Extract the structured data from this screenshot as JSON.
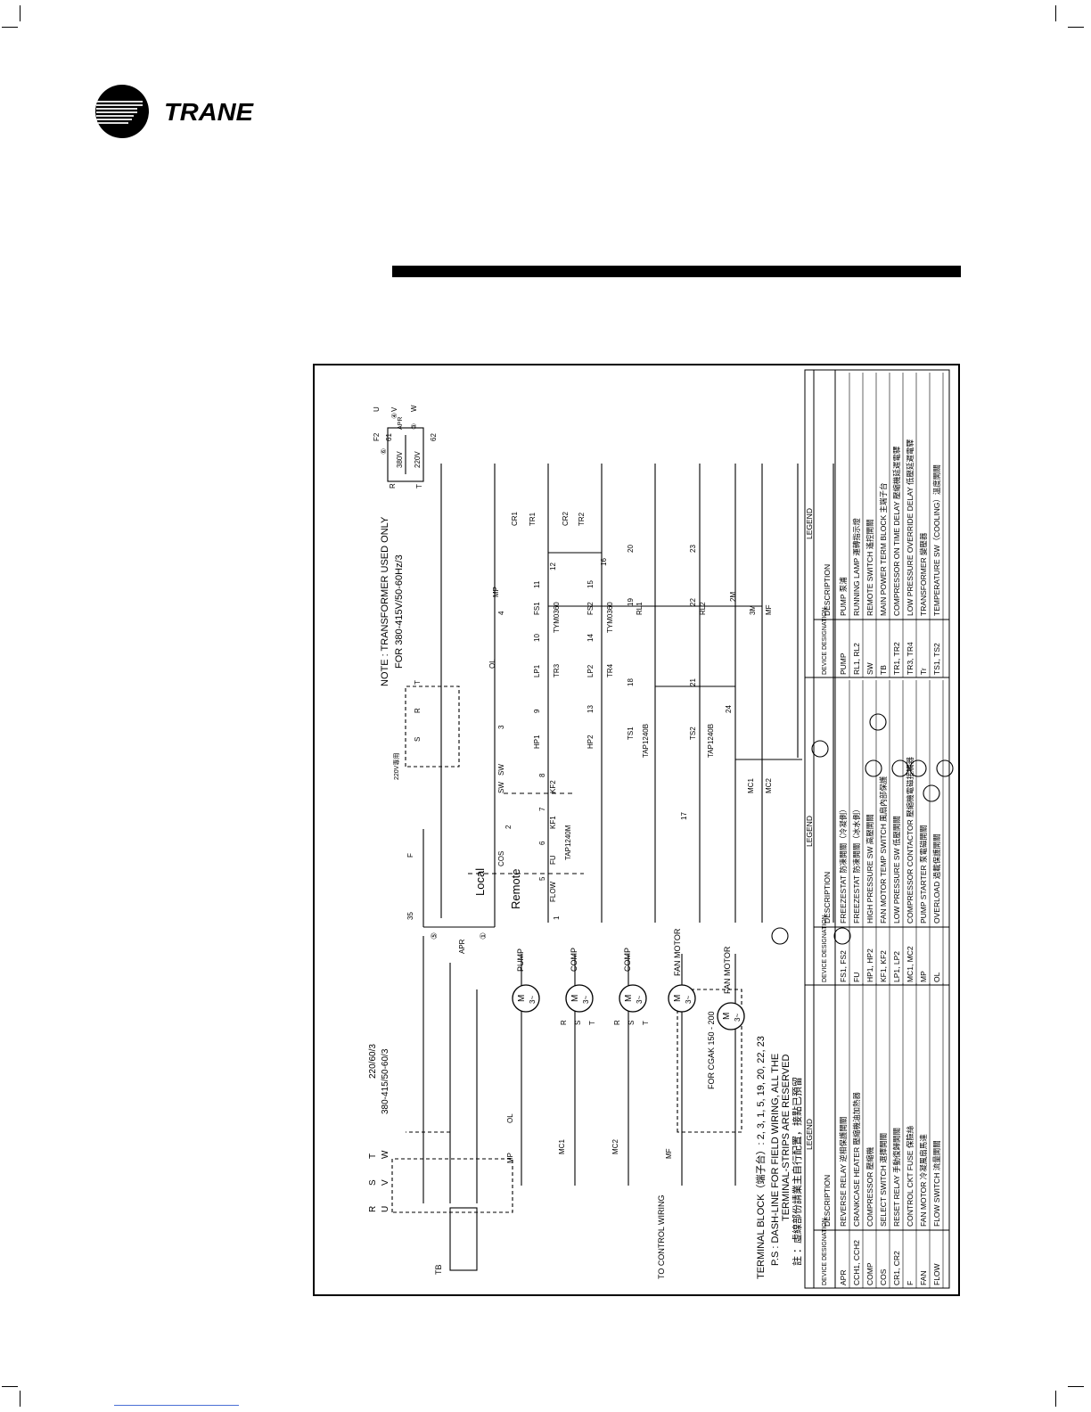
{
  "brand": {
    "name": "TRANE"
  },
  "diagram": {
    "note_line1": "NOTE : TRANSFORMER USED ONLY",
    "note_line2": "FOR 380-415V/50-60Hz/3",
    "power_line1": "220/60/3",
    "power_line2": "380-415/50-60/3",
    "phase_row1": [
      "R",
      "S",
      "T"
    ],
    "phase_row2": [
      "U",
      "V",
      "W"
    ],
    "tb_label": "TB",
    "to_control": "TO CONTROL WIRING",
    "motors": [
      {
        "top": "M",
        "bot": "3~",
        "name": "PUMP"
      },
      {
        "top": "M",
        "bot": "3~",
        "name": "COMP",
        "terms": [
          "R",
          "S",
          "T"
        ]
      },
      {
        "top": "M",
        "bot": "3~",
        "name": "COMP",
        "terms": [
          "R",
          "S",
          "T"
        ]
      },
      {
        "top": "M",
        "bot": "3~",
        "name": "FAN MOTOR"
      },
      {
        "top": "M",
        "bot": "3~",
        "name": "FAN MOTOR"
      }
    ],
    "contacts": [
      "MP",
      "OL",
      "MC1",
      "MC2",
      "MF"
    ],
    "cgak": "FOR CGAK 150 - 200",
    "terminal_block": "TERMINAL BLOCK（端子台）: 2, 3, 1, 5, 19, 20, 22, 23",
    "ps_line1": "P.S : DASH-LINE FOR FIELD WIRING, ALL THE",
    "ps_line2": "TERMINAL-STRIPS ARE RESERVED",
    "ps_line3": "註 ：虛線部份請業主自行配置，接點已預留",
    "transformer": {
      "f2": "F2",
      "t61": "61",
      "t62": "62",
      "v380": "380V",
      "v220": "220V",
      "apr": "APR",
      "c4": "④",
      "c3": "③",
      "c6": "⑥",
      "r": "R",
      "t": "T",
      "u": "U",
      "v": "V",
      "w": "W"
    },
    "ladder": {
      "f35": "35",
      "f": "F",
      "apr": "APR",
      "n5": "⑤",
      "n1": "①",
      "one": "1",
      "local": "Local",
      "remote": "Remote",
      "cos": "COS",
      "sw": "SW",
      "flow": "FLOW",
      "fu": "FU",
      "kf1": "KF1",
      "kf2": "KF2",
      "tap1240m": "TAP1240M",
      "n2": "2",
      "n3": "3",
      "n4": "4",
      "n5b": "5",
      "n6": "6",
      "n7": "7",
      "n8": "8",
      "hp1": "HP1",
      "hp2": "HP2",
      "lp1": "LP1",
      "lp2": "LP2",
      "tr3": "TR3",
      "tr4": "TR4",
      "fs1": "FS1",
      "fs2": "FS2",
      "tym0360a": "TYM0360",
      "tym0360b": "TYM0360",
      "n9": "9",
      "n10": "10",
      "n11": "11",
      "n12": "12",
      "n13": "13",
      "n14": "14",
      "n15": "15",
      "n16": "16",
      "ol": "OL",
      "mp": "MP",
      "cr1": "CR1",
      "cr2": "CR2",
      "tr1": "TR1",
      "tr2": "TR2",
      "ts1": "TS1",
      "ts2": "TS2",
      "tap1240b_a": "TAP1240B",
      "tap1240b_b": "TAP1240B",
      "n17": "17",
      "n18": "18",
      "n19": "19",
      "n20": "20",
      "n21": "21",
      "n22": "22",
      "n23": "23",
      "n24": "24",
      "mc1": "MC1",
      "mc2": "MC2",
      "rl1": "RL1",
      "rl2": "RL2",
      "mf": "MF",
      "m2": "2M",
      "m3": "3M",
      "v220_use": "220V專用",
      "s": "S",
      "r": "R",
      "t": "T",
      "sw_label": "SW"
    },
    "legend": {
      "title": "LEGEND",
      "col_device": "DEVICE DESIGNATION",
      "col_desc": "DESCRIPTION",
      "table1": [
        [
          "APR",
          "REVERSE RELAY 逆相保護開關"
        ],
        [
          "CCH1, CCH2",
          "CRANKCASE HEATER 壓縮機油加熱器"
        ],
        [
          "COMP",
          "COMPRESSOR 壓縮機"
        ],
        [
          "COS",
          "SELECT SWITCH 選擇開關"
        ],
        [
          "CR1, CR2",
          "RESET RELAY 手動復歸開關"
        ],
        [
          "F",
          "CONTROL CKT FUSE 保險絲"
        ],
        [
          "FAN",
          "FAN MOTOR 冷凝風扇馬達"
        ],
        [
          "FLOW",
          "FLOW SWITCH 流量開關"
        ]
      ],
      "table2": [
        [
          "FS1, FS2",
          "FREEZESTAT 防凍開關（冷凝側）"
        ],
        [
          "FU",
          "FREEZESTAT 防凍開關（冰水側）"
        ],
        [
          "HP1, HP2",
          "HIGH PRESSURE SW 高壓開關"
        ],
        [
          "KF1, KF2",
          "FAN MOTOR TEMP SWITCH 風扇內部保護"
        ],
        [
          "LP1, LP2",
          "LOW PRESSURE SW 低壓開關"
        ],
        [
          "MC1, MC2",
          "COMPRESSOR CONTACTOR 壓縮機電磁接觸器"
        ],
        [
          "MP",
          "PUMP STARTER 泵電磁開關"
        ],
        [
          "OL",
          "OVERLOAD 過載保護開關"
        ]
      ],
      "table3": [
        [
          "PUMP",
          "PUMP 泵浦"
        ],
        [
          "RL1, RL2",
          "RUNNING LAMP 運轉指示燈"
        ],
        [
          "SW",
          "REMOTE SWITCH 遙控開關"
        ],
        [
          "TB",
          "MAIN POWER TERM BLOCK 主端子台"
        ],
        [
          "TR1, TR2",
          "COMPRESSOR ON TIME DELAY 壓縮機延遲電驛"
        ],
        [
          "TR3, TR4",
          "LOW PRESSURE OVERRIDE DELAY 低壓延遲電驛"
        ],
        [
          "Tr",
          "TRANSFORMER 變壓器"
        ],
        [
          "TS1, TS2",
          "TEMPERATURE SW（COOLING）溫度開關"
        ]
      ]
    }
  }
}
